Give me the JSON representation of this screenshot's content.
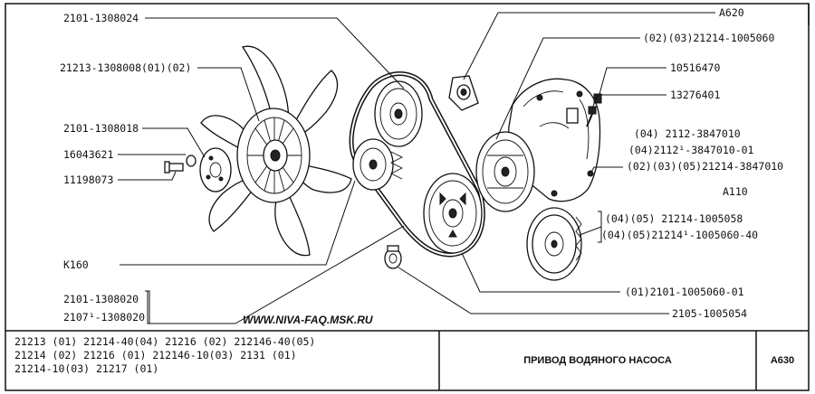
{
  "title": "ПРИВОД ВОДЯНОГО НАСОСА",
  "sheet_code": "A630",
  "watermark": "WWW.NIVA-FAQ.MSK.RU",
  "labels": {
    "fan_hub": "2101-1308024",
    "fan": "21213-1308008(01)(02)",
    "fan_nut": "2101-1308018",
    "bolt": "16043621",
    "washer": "11198073",
    "belt_k160": "K160",
    "pulley_a": "2101-1308020",
    "pulley_b": "2107¹-1308020",
    "top_a620": "A620",
    "pump_ref": "(02)(03)21214-1005060",
    "bolt_10516470": "10516470",
    "bolt_13276401": "13276401",
    "pump_1": "(04)    2112-3847010",
    "pump_2": "(04)2112¹-3847010-01",
    "pump_3": "(02)(03)(05)21214-3847010",
    "a110": "A110",
    "crank_1": "(04)(05)    21214-1005058",
    "crank_2": "(04)(05)21214¹-1005060-40",
    "crank_pulley": "(01)2101-1005060-01",
    "seal": "2105-1005054"
  },
  "applicability": [
    "21213    (01)   21214-40(04)   21216   (02)   212146-40(05)",
    "21214    (02)   21216    (01)   212146-10(03)   2131     (01)",
    "21214-10(03)   21217    (01)"
  ]
}
